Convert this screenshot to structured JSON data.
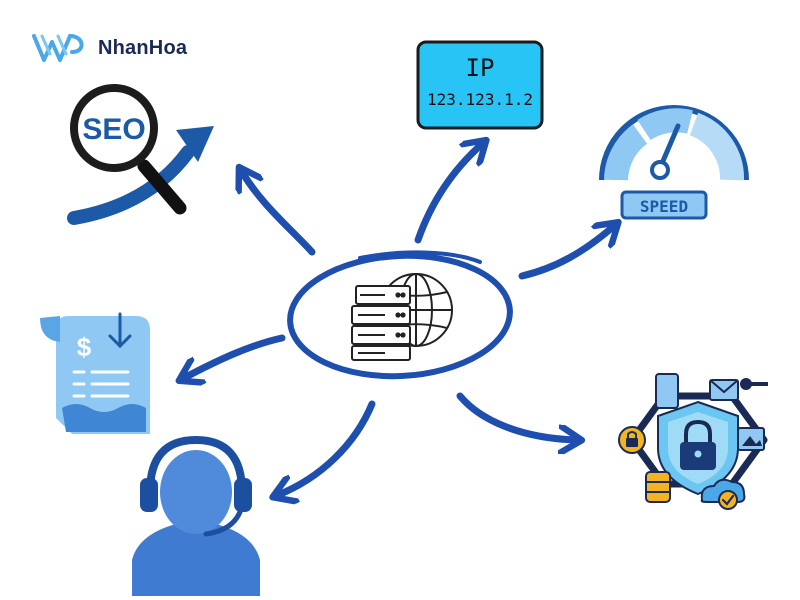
{
  "brand": {
    "name": "NhanHoa",
    "logo_icon": "nhanhoa-logo-icon",
    "color": "#1b2a55",
    "accent": "#4aa8e8"
  },
  "center": {
    "icon": "server-globe-icon",
    "ring_color": "#1e4fae"
  },
  "nodes": {
    "seo": {
      "icon": "seo-magnifier-icon",
      "label": "SEO"
    },
    "ip": {
      "icon": "ip-address-card-icon",
      "title": "IP",
      "address": "123.123.1.2"
    },
    "speed": {
      "icon": "speedometer-icon",
      "label": "SPEED"
    },
    "billing": {
      "icon": "invoice-dollar-icon",
      "symbol": "$"
    },
    "support": {
      "icon": "headset-support-icon"
    },
    "security": {
      "icon": "security-shield-lock-icon"
    }
  },
  "colors": {
    "arrow": "#1e4fae",
    "primary_blue": "#1c5aa8",
    "light_blue": "#29c4f6",
    "sky": "#8fc8f2"
  }
}
